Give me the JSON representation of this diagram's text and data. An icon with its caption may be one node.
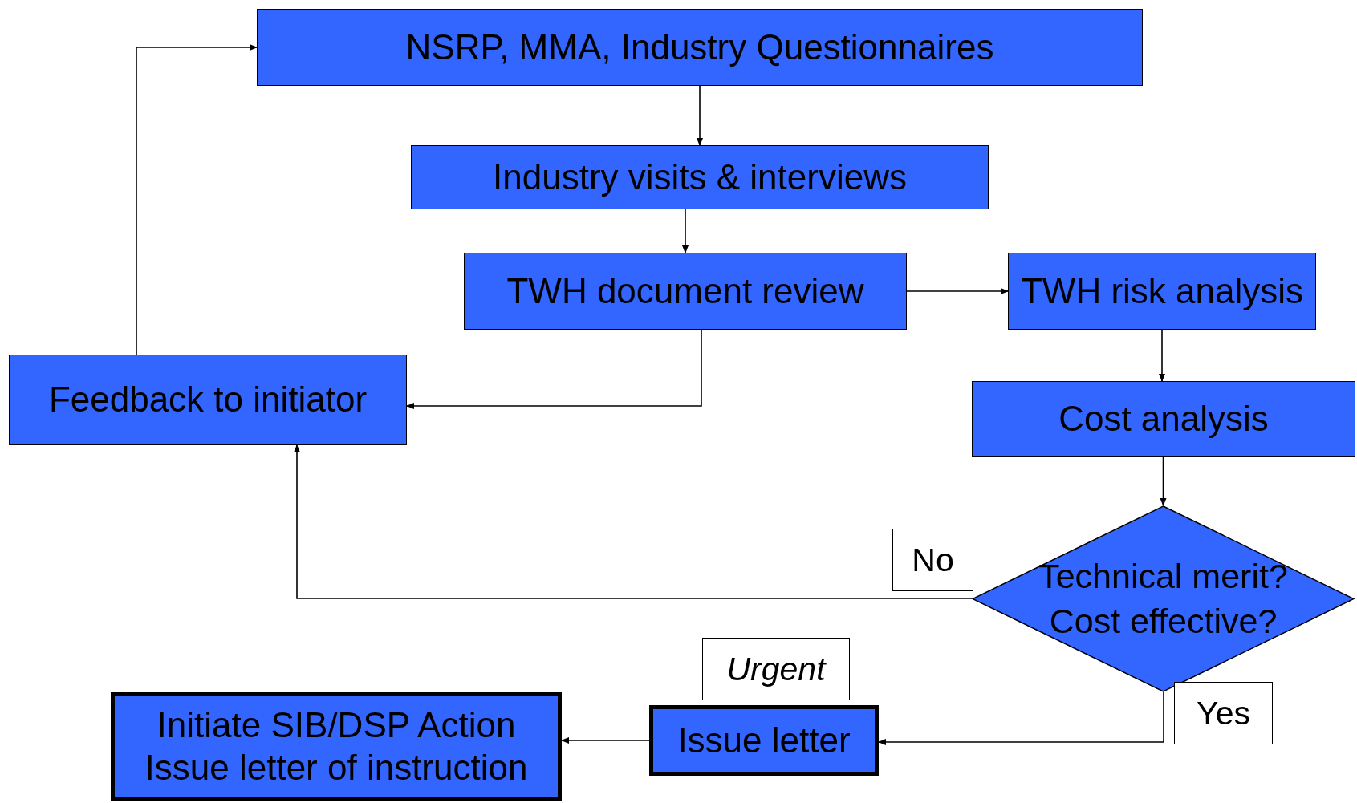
{
  "diagram": {
    "nodes": [
      {
        "text": [
          "NSRP, MMA, Industry Questionnaires"
        ]
      },
      {
        "text": [
          "Industry visits & interviews"
        ]
      },
      {
        "text": [
          "TWH document review"
        ]
      },
      {
        "text": [
          "TWH risk analysis"
        ]
      },
      {
        "text": [
          "Feedback to initiator"
        ]
      },
      {
        "text": [
          "Cost analysis"
        ]
      },
      {
        "text": [
          "Technical merit? Cost effective?"
        ]
      },
      {
        "text": [
          "Issue letter"
        ],
        "beside": [
          "Urgent"
        ]
      },
      {
        "text": [
          "Initiate SIB/DSP Action",
          "Issue letter of instruction"
        ]
      }
    ],
    "edges": [
      {
        "from": 4,
        "to": 0,
        "arrow": "to"
      },
      {
        "from": 0,
        "to": 1,
        "arrow": "to"
      },
      {
        "from": 1,
        "to": 2,
        "arrow": "to"
      },
      {
        "from": 2,
        "to": 3,
        "arrow": "to"
      },
      {
        "from": 2,
        "to": 4,
        "arrow": "to"
      },
      {
        "from": 3,
        "to": 5,
        "arrow": "to"
      },
      {
        "from": 5,
        "to": 6,
        "arrow": "to"
      },
      {
        "from": 6,
        "to": 4,
        "arrow": "to",
        "label": "No"
      },
      {
        "from": 6,
        "to": 7,
        "arrow": "to",
        "label": "Yes"
      },
      {
        "from": 7,
        "to": 8,
        "arrow": "to"
      }
    ]
  }
}
